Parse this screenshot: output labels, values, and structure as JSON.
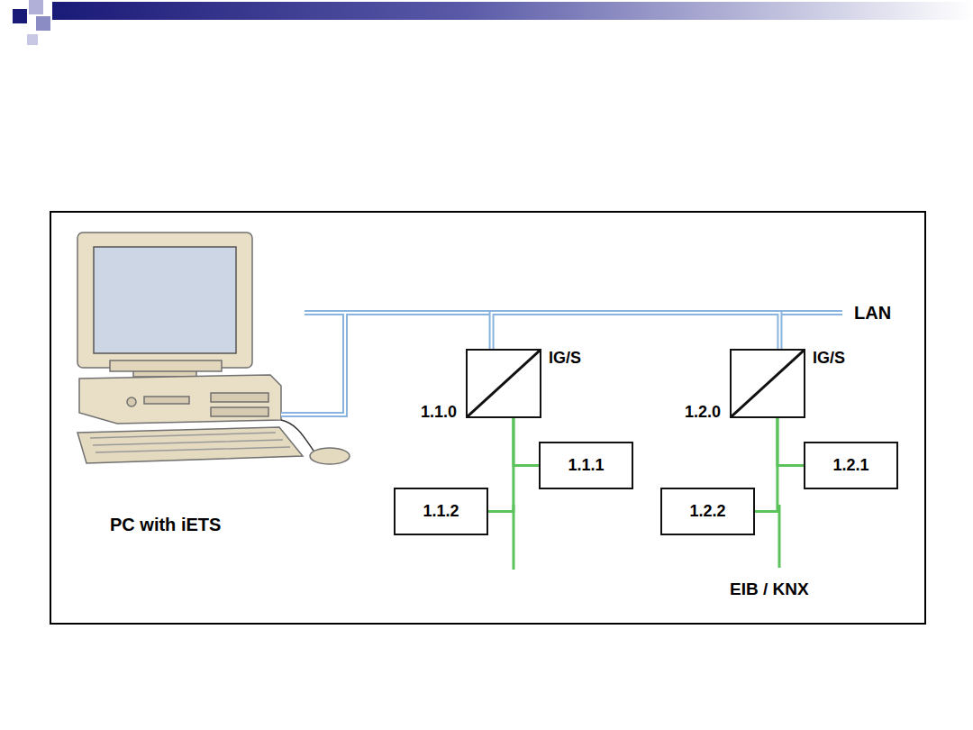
{
  "diagram": {
    "nodes": [
      {
        "text": [
          "IG/S",
          "1.1.0"
        ]
      },
      {
        "text": [
          "1.1.1"
        ]
      },
      {
        "text": [
          "1.1.2"
        ]
      },
      {
        "text": [
          "IG/S",
          "1.2.0"
        ]
      },
      {
        "text": [
          "1.2.1"
        ]
      },
      {
        "text": [
          "1.2.2"
        ]
      }
    ],
    "edges": [
      {
        "from": 0,
        "to": 3,
        "arrow": "none"
      },
      {
        "from": 0,
        "to": 1,
        "arrow": "none"
      },
      {
        "from": 0,
        "to": 2,
        "arrow": "none"
      },
      {
        "from": 3,
        "to": 4,
        "arrow": "none"
      },
      {
        "from": 3,
        "to": 5,
        "arrow": "none"
      }
    ],
    "labels": [
      "LAN",
      "PC with iETS",
      "EIB / KNX"
    ]
  }
}
